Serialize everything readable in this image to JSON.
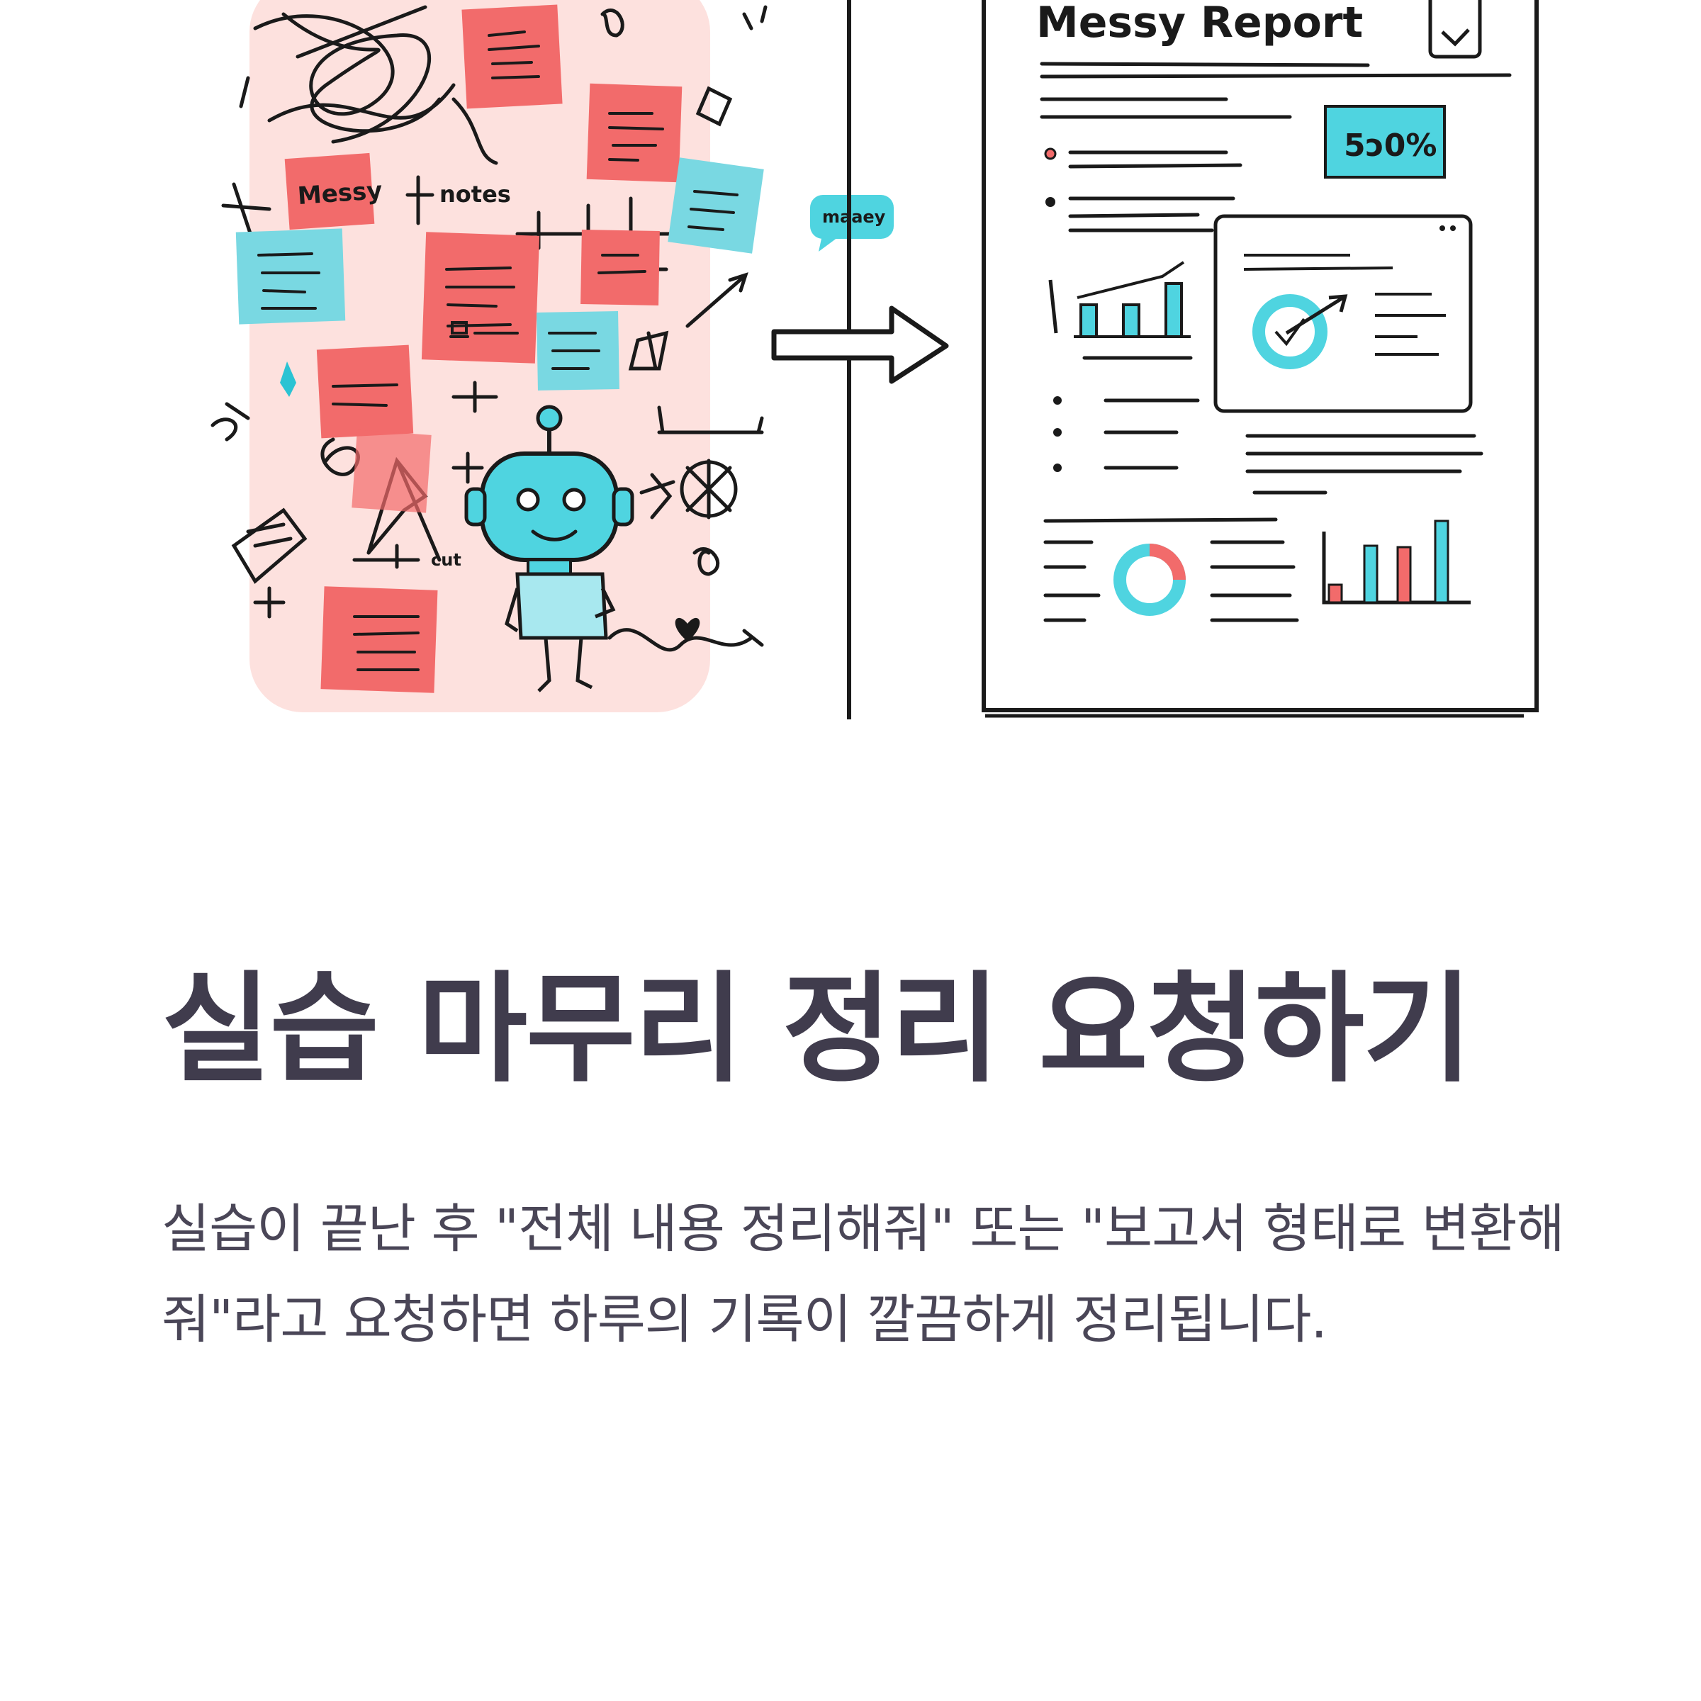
{
  "illustration": {
    "left_panel": {
      "note_messy": "Messy",
      "note_notes": "notes",
      "doodle_word": "cut"
    },
    "bubble_label": "maaey",
    "right_panel": {
      "report_title": "Messy Report",
      "percent_badge": "5ɔ0%"
    },
    "colors": {
      "coral": "#f26b6b",
      "cyan": "#4fd4e0",
      "pink_bg": "#fde1de",
      "ink": "#1a1a1a"
    }
  },
  "content": {
    "title": "실습 마무리 정리 요청하기",
    "body": "실습이 끝난 후 \"전체 내용 정리해줘\" 또는 \"보고서 형태로 변환해줘\"라고 요청하면 하루의 기록이 깔끔하게 정리됩니다."
  }
}
